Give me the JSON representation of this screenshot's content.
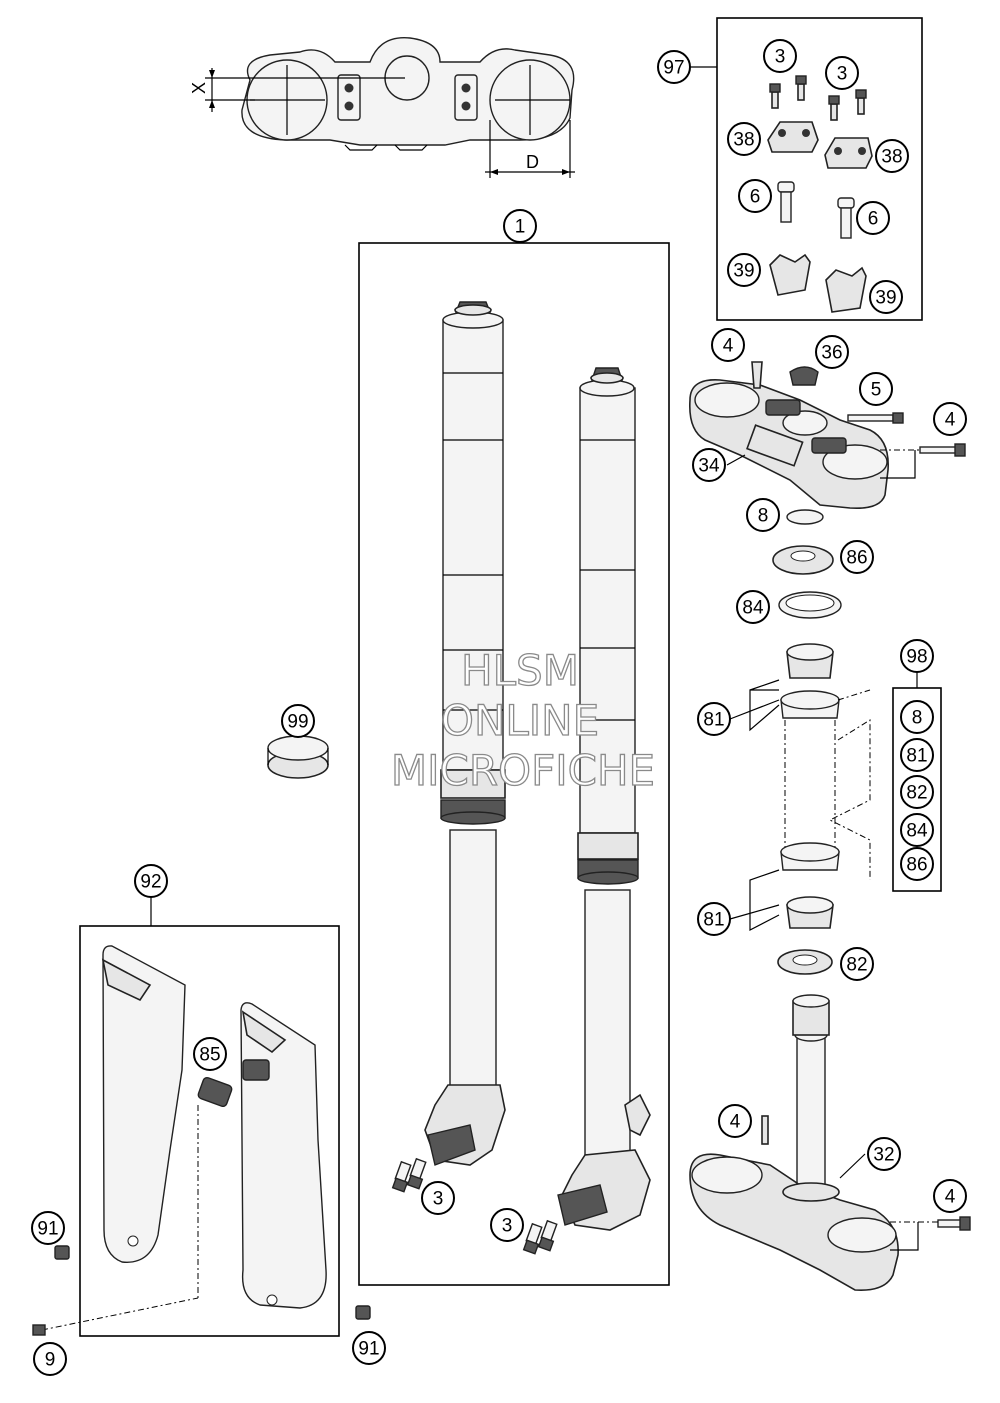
{
  "watermark": {
    "line1": "HLSM",
    "line2": "ONLINE",
    "line3": "MICROFICHE"
  },
  "dimensions": {
    "x": "X",
    "d": "D"
  },
  "callouts": {
    "c1": "1",
    "c3a": "3",
    "c3b": "3",
    "c3c": "3",
    "c3d": "3",
    "c4a": "4",
    "c4b": "4",
    "c4c": "4",
    "c4d": "4",
    "c5": "5",
    "c6a": "6",
    "c6b": "6",
    "c8": "8",
    "c9": "9",
    "c32": "32",
    "c34": "34",
    "c36": "36",
    "c38a": "38",
    "c38b": "38",
    "c39a": "39",
    "c39b": "39",
    "c81a": "81",
    "c81b": "81",
    "c82": "82",
    "c84": "84",
    "c85": "85",
    "c86": "86",
    "c91a": "91",
    "c91b": "91",
    "c92": "92",
    "c97": "97",
    "c98": "98",
    "c99": "99"
  },
  "kit98": [
    "8",
    "81",
    "82",
    "84",
    "86"
  ]
}
